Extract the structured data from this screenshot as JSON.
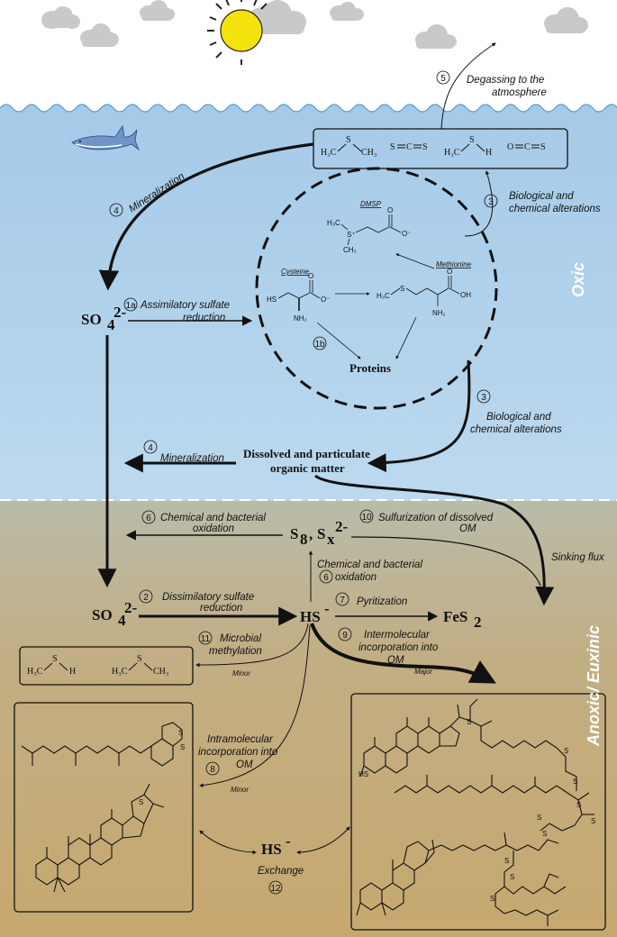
{
  "zones": {
    "oxic": "Oxic",
    "anoxic": "Anoxic/ Euxinic"
  },
  "labels": {
    "degassing": [
      "Degassing to the",
      "atmosphere"
    ],
    "mineralization_top": "Mineralization",
    "bio_chem_alt_1": [
      "Biological and",
      "chemical alterations"
    ],
    "bio_chem_alt_2": [
      "Biological and",
      "chemical alterations"
    ],
    "assimilatory": [
      "Assimilatory sulfate",
      "reduction"
    ],
    "mineralization_mid": "Mineralization",
    "dissolved_om": [
      "Dissolved and particulate",
      "organic matter"
    ],
    "chem_bact_ox_1": [
      "Chemical and bacterial",
      "oxidation"
    ],
    "sulfurization": [
      "Sulfurization of dissolved",
      "OM"
    ],
    "sinking_flux": "Sinking flux",
    "chem_bact_ox_2": [
      "Chemical and bacterial",
      "oxidation"
    ],
    "dissimilatory": [
      "Dissimilatory sulfate",
      "reduction"
    ],
    "pyritization": "Pyritization",
    "microbial_methylation": [
      "Microbial",
      "methylation"
    ],
    "minor_1": "Minor",
    "intermolecular": [
      "Intermolecular",
      "incorporation into",
      "OM"
    ],
    "major": "Major",
    "intramolecular": [
      "Intramolecular",
      "incorporation into",
      "OM"
    ],
    "minor_2": "Minor",
    "exchange": "Exchange"
  },
  "numbers": {
    "n1a": "1a",
    "n1b": "1b",
    "n2": "2",
    "n3a": "3",
    "n3b": "3",
    "n4a": "4",
    "n4b": "4",
    "n5": "5",
    "n6a": "6",
    "n6b": "6",
    "n7": "7",
    "n8": "8",
    "n9": "9",
    "n10": "10",
    "n11": "11",
    "n12": "12"
  },
  "species": {
    "so4": "SO",
    "so4_sub": "4",
    "so4_sup": "2-",
    "hs": "HS",
    "hs_sup": "-",
    "s8": "S",
    "s8_sub": "8",
    "sx": "S",
    "sx_sub": "x",
    "sx_sup": "2-",
    "fes2": "FeS",
    "fes2_sub": "2",
    "proteins": "Proteins"
  },
  "molecules": {
    "dmsp": "DMSP",
    "cysteine": "Cysteine",
    "methionine": "Methionine",
    "h3c": "H₃C",
    "ch3": "CH₃",
    "s": "S",
    "h": "H",
    "c": "C",
    "o": "O",
    "hs_group": "HS",
    "nh2": "NH₂",
    "oh": "OH",
    "o_minus": "O⁻",
    "s_plus": "S⁺",
    "sh": "HS"
  },
  "colors": {
    "sky": "#ffffff",
    "water_top": "#a9cde9",
    "water_bottom": "#c0dcee",
    "sed_top": "#b7b7a4",
    "sed_bottom": "#c7a870",
    "sun": "#f4e20c",
    "cloud": "#c9c9c9"
  }
}
